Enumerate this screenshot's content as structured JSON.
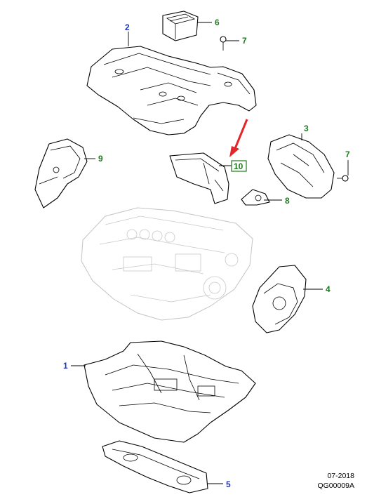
{
  "callouts": [
    {
      "id": "1",
      "text": "1",
      "color": "#1a33c8"
    },
    {
      "id": "2",
      "text": "2",
      "color": "#1a33c8"
    },
    {
      "id": "3",
      "text": "3",
      "color": "#1f7a1f"
    },
    {
      "id": "4",
      "text": "4",
      "color": "#1f7a1f"
    },
    {
      "id": "5",
      "text": "5",
      "color": "#1a33c8"
    },
    {
      "id": "6",
      "text": "6",
      "color": "#1f7a1f"
    },
    {
      "id": "7a",
      "text": "7",
      "color": "#1f7a1f"
    },
    {
      "id": "7b",
      "text": "7",
      "color": "#1f7a1f"
    },
    {
      "id": "8",
      "text": "8",
      "color": "#1f7a1f"
    },
    {
      "id": "9",
      "text": "9",
      "color": "#1f7a1f"
    },
    {
      "id": "10",
      "text": "10",
      "color": "#1f7a1f"
    }
  ],
  "highlight_arrow_color": "#e3262a",
  "footer": {
    "date": "07-2018",
    "code": "QG00009A"
  }
}
